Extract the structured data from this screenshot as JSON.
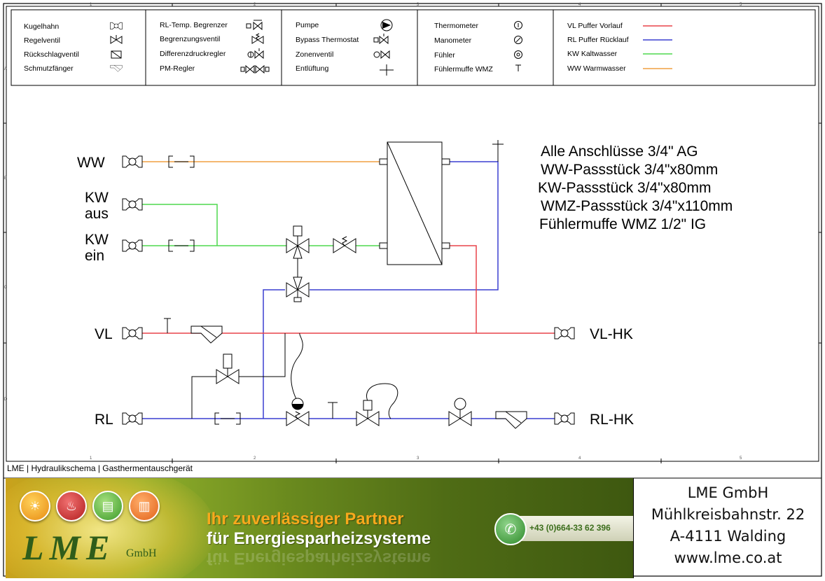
{
  "legend": {
    "col1": [
      {
        "label": "Kugelhahn",
        "icon": "ball-valve-icon"
      },
      {
        "label": "Regelventil",
        "icon": "control-valve-icon"
      },
      {
        "label": "Rückschlagventil",
        "icon": "check-valve-icon"
      },
      {
        "label": "Schmutzfänger",
        "icon": "strainer-icon"
      }
    ],
    "col2": [
      {
        "label": "RL-Temp. Begrenzer",
        "icon": "return-temp-limiter-icon"
      },
      {
        "label": "Begrenzungsventil",
        "icon": "limiting-valve-icon"
      },
      {
        "label": "Differenzdruckregler",
        "icon": "differential-pressure-regulator-icon"
      },
      {
        "label": "PM-Regler",
        "icon": "pm-regulator-icon"
      }
    ],
    "col3": [
      {
        "label": "Pumpe",
        "icon": "pump-icon"
      },
      {
        "label": "Bypass Thermostat",
        "icon": "bypass-thermostat-icon"
      },
      {
        "label": "Zonenventil",
        "icon": "zone-valve-icon"
      },
      {
        "label": "Entlüftung",
        "icon": "air-vent-icon"
      }
    ],
    "col4": [
      {
        "label": "Thermometer",
        "icon": "thermometer-icon"
      },
      {
        "label": "Manometer",
        "icon": "manometer-icon"
      },
      {
        "label": "Fühler",
        "icon": "sensor-icon"
      },
      {
        "label": "Fühlermuffe WMZ",
        "icon": "sensor-sleeve-icon"
      }
    ],
    "lines": [
      {
        "label": "VL Puffer Vorlauf",
        "color": "#e8434a"
      },
      {
        "label": "RL Puffer Rücklauf",
        "color": "#3a3fd0"
      },
      {
        "label": "KW Kaltwasser",
        "color": "#4fd84f"
      },
      {
        "label": "WW Warmwasser",
        "color": "#f0a040"
      }
    ]
  },
  "ruler": {
    "top": [
      "1",
      "2",
      "3",
      "4",
      "5"
    ],
    "side": [
      "A",
      "B",
      "C",
      "D"
    ]
  },
  "connections": {
    "ww": "WW",
    "kw_aus_1": "KW",
    "kw_aus_2": "aus",
    "kw_ein_1": "KW",
    "kw_ein_2": "ein",
    "vl": "VL",
    "rl": "RL",
    "vl_hk": "VL-HK",
    "rl_hk": "RL-HK"
  },
  "notes": [
    "Alle Anschlüsse 3/4\" AG",
    "WW-Passstück 3/4\"x80mm",
    "KW-Passstück 3/4\"x80mm",
    "WMZ-Passstück 3/4\"x110mm",
    "Fühlermuffe WMZ 1/2\" IG"
  ],
  "footer": {
    "title": "LME | Hydraulikschema | Gasthermentauschgerät"
  },
  "banner": {
    "logo": "LME",
    "logo_suffix": "GmbH",
    "slogan_line1": "Ihr zuverlässiger Partner",
    "slogan_line2": "für Energiesparheizsysteme",
    "phone": "+43 (0)664-33 62 396",
    "icons": [
      "solar-icon",
      "tap-icon",
      "radiator-icon",
      "heater-icon"
    ]
  },
  "company": {
    "name": "LME GmbH",
    "street": "Mühlkreisbahnstr. 22",
    "city": "A-4111 Walding",
    "web": "www.lme.co.at"
  },
  "colors": {
    "supply": "#e8434a",
    "return": "#3a3fd0",
    "cold": "#4fd84f",
    "warm": "#f0a040"
  }
}
